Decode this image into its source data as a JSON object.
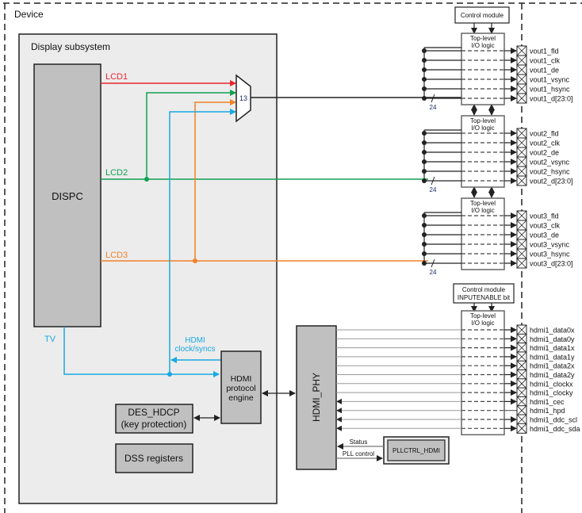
{
  "device": {
    "title": "Device"
  },
  "dss": {
    "title": "Display subsystem"
  },
  "blocks": {
    "dispc": "DISPC",
    "hdmi_engine": [
      "HDMI",
      "protocol",
      "engine"
    ],
    "des_hdcp": [
      "DES_HDCP",
      "(key protection)"
    ],
    "dss_registers": "DSS registers",
    "hdmi_phy": "HDMI_PHY",
    "pllctrl": "PLLCTRL_HDMI",
    "mux_label": "13"
  },
  "signals": {
    "lcd1": "LCD1",
    "lcd2": "LCD2",
    "lcd3": "LCD3",
    "tv": "TV",
    "hdmi_clock": [
      "HDMI",
      "clock/syncs"
    ],
    "status": "Status",
    "pll_control": "PLL control",
    "bus_width": "24"
  },
  "control_modules": {
    "top": "Control module",
    "bottom": [
      "Control module",
      "INPUTENABLE bit"
    ]
  },
  "io_logic": [
    "Top-level",
    "I/O logic"
  ],
  "pins": {
    "vout1": [
      "vout1_fld",
      "vout1_clk",
      "vout1_de",
      "vout1_vsync",
      "vout1_hsync",
      "vout1_d[23:0]"
    ],
    "vout2": [
      "vout2_fld",
      "vout2_clk",
      "vout2_de",
      "vout2_vsync",
      "vout2_hsync",
      "vout2_d[23:0]"
    ],
    "vout3": [
      "vout3_fld",
      "vout3_clk",
      "vout3_de",
      "vout3_vsync",
      "vout3_hsync",
      "vout3_d[23:0]"
    ],
    "hdmi1": [
      "hdmi1_data0x",
      "hdmi1_data0y",
      "hdmi1_data1x",
      "hdmi1_data1y",
      "hdmi1_data2x",
      "hdmi1_data2y",
      "hdmi1_clockx",
      "hdmi1_clocky",
      "hdmi1_cec",
      "hdmi1_hpd",
      "hdmi1_ddc_scl",
      "hdmi1_ddc_sda"
    ]
  },
  "colors": {
    "lcd1": "#e8262e",
    "lcd2": "#10a050",
    "lcd3": "#f08228",
    "tv": "#1aa8e0",
    "block_fill": "#c0c0c0",
    "subsystem_fill": "#ececec"
  }
}
